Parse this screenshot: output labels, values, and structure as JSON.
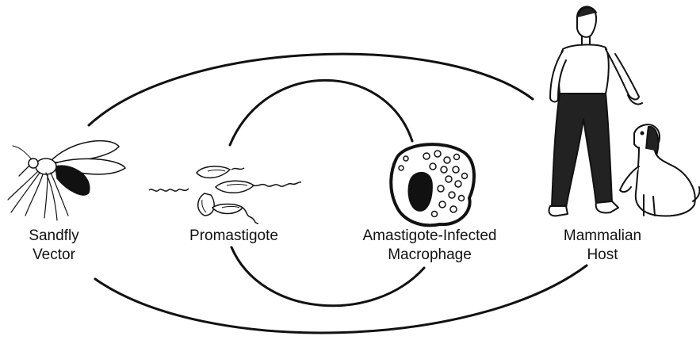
{
  "labels": {
    "sandfly": [
      "Sandfly",
      "Vector"
    ],
    "promastigote": [
      "Promastigote"
    ],
    "macrophage": [
      "Amastigote-Infected",
      "Macrophage"
    ],
    "host": [
      "Mammalian",
      "Host"
    ]
  },
  "colors": {
    "ink": "#111111",
    "background": "#ffffff"
  },
  "icons": [
    "sandfly-icon",
    "promastigote-icon",
    "macrophage-icon",
    "human-icon",
    "dog-icon"
  ]
}
